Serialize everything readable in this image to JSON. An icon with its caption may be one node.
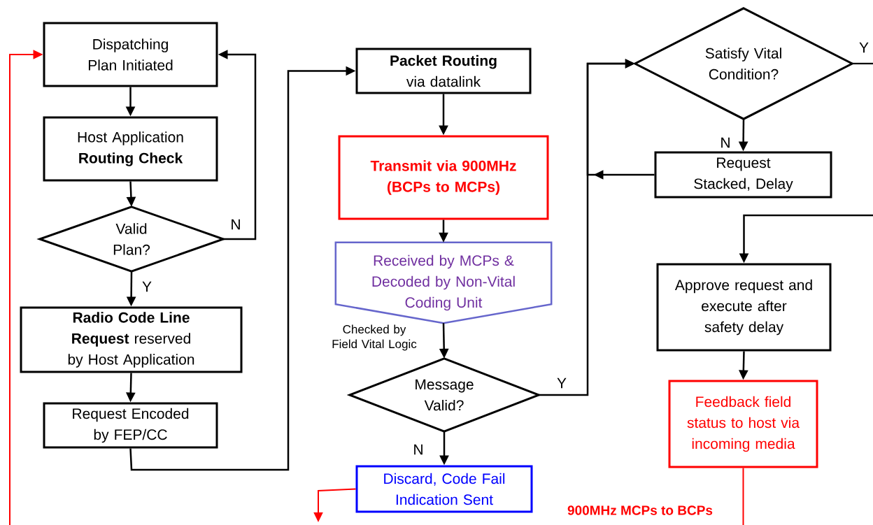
{
  "diagram": {
    "nodes": [
      {
        "text": [
          "Dispatching Plan Initiated"
        ]
      },
      {
        "text": [
          "Host Application **Routing Check**"
        ]
      },
      {
        "text": [
          "Valid Plan?"
        ]
      },
      {
        "text": [
          "**Radio Code Line Request** reserved by Host Application"
        ]
      },
      {
        "text": [
          "Request Encoded by FEP/CC"
        ]
      },
      {
        "text": [
          "**Packet Routing** via datalink"
        ]
      },
      {
        "text": [
          "Transmit via 900MHz (BCPs to MCPs)"
        ]
      },
      {
        "text": [
          "Received by MCPs & Decoded by Non-Vital Coding Unit"
        ],
        "beside": [
          "Checked by Field Vital Logic"
        ]
      },
      {
        "text": [
          "Message Valid?"
        ]
      },
      {
        "text": [
          "Discard, Code Fail Indication Sent"
        ]
      },
      {
        "text": [
          "Satisfy Vital Condition?"
        ]
      },
      {
        "text": [
          "Request Stacked, Delay"
        ]
      },
      {
        "text": [
          "Approve request and execute after safety delay"
        ]
      },
      {
        "text": [
          "Feedback field status to host via incoming media"
        ]
      }
    ],
    "edges": [
      {
        "from": 0,
        "to": 1,
        "arrow": "to"
      },
      {
        "from": 1,
        "to": 2,
        "arrow": "to"
      },
      {
        "from": 2,
        "to": 0,
        "arrow": "to",
        "label": "N"
      },
      {
        "from": 2,
        "to": 3,
        "arrow": "to",
        "label": "Y"
      },
      {
        "from": 3,
        "to": 4,
        "arrow": "to"
      },
      {
        "from": 4,
        "to": 5,
        "arrow": "to"
      },
      {
        "from": 5,
        "to": 6,
        "arrow": "to"
      },
      {
        "from": 6,
        "to": 7,
        "arrow": "to"
      },
      {
        "from": 7,
        "to": 8,
        "arrow": "to"
      },
      {
        "from": 8,
        "to": 9,
        "arrow": "to",
        "label": "N"
      },
      {
        "from": 8,
        "to": 10,
        "arrow": "to",
        "label": "Y"
      },
      {
        "from": 10,
        "to": 11,
        "arrow": "to",
        "label": "N"
      },
      {
        "from": 11,
        "to": 10,
        "arrow": "to"
      },
      {
        "from": 10,
        "to": null,
        "arrow": "none",
        "label": "Y"
      },
      {
        "from": null,
        "to": 12,
        "arrow": "to"
      },
      {
        "from": 12,
        "to": 13,
        "arrow": "to"
      },
      {
        "from": 13,
        "to": null,
        "arrow": "none",
        "color": "#ff0000"
      },
      {
        "from": null,
        "to": 0,
        "arrow": "to",
        "color": "#ff0000"
      },
      {
        "from": 9,
        "to": null,
        "arrow": "to",
        "color": "#ff0000"
      }
    ],
    "labels": [
      "900MHz MCPs to BCPs"
    ]
  }
}
